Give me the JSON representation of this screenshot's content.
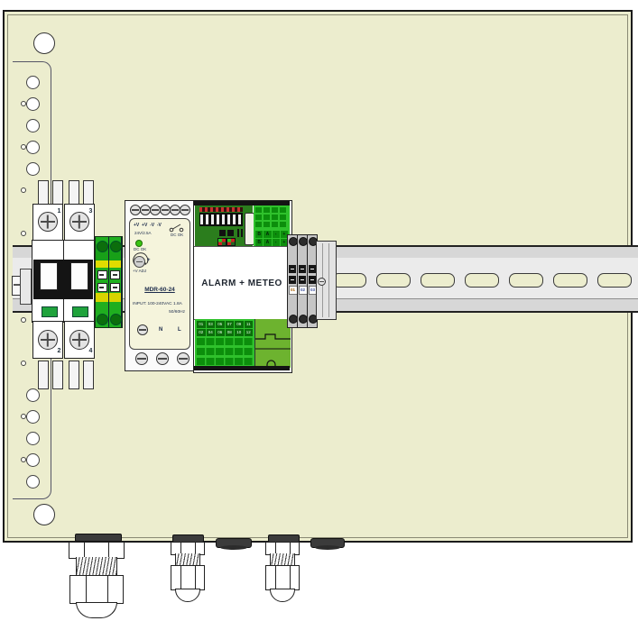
{
  "colors": {
    "panel": "#ECEDCE",
    "pcb": "#2B7D1D",
    "bright": "#2FC12C",
    "celld": "#0C8E0C",
    "lblg": "#0A6E0A",
    "relay": "#6DB32F",
    "egreen": "#1FAE1F",
    "eyellow": "#E0DC00",
    "ind": "#1FA33C",
    "led": "#3AC412",
    "railg": "#D7D7D7",
    "ink": "#1B2A4A"
  },
  "breaker": {
    "labels": [
      "1",
      "3",
      "2",
      "4"
    ]
  },
  "psu": {
    "terminals": "+V  +V  -V  -V",
    "rating": "24V/2.5A",
    "switch_label": "DC OK",
    "led_label": "DC OK",
    "adj_plus": "+",
    "adj_label": "+V ADJ",
    "model": "MDR-60-24",
    "input": "INPUT: 100-240VAC 1.8A",
    "frequency": "50/60Hz",
    "neutral": "N",
    "line": "L"
  },
  "module": {
    "title": "ALARM + METEO",
    "bus_labels": [
      "B",
      "A",
      "-",
      "+"
    ],
    "terminal_row1": [
      "01",
      "03",
      "05",
      "07",
      "09",
      "11"
    ],
    "terminal_row2": [
      "02",
      "04",
      "06",
      "08",
      "10",
      "12"
    ]
  },
  "rail_blocks": [
    {
      "label": "01",
      "color": "#A85F00"
    },
    {
      "label": "02",
      "color": "#3A4E9C"
    },
    {
      "label": "03",
      "color": "#3A4E9C"
    }
  ]
}
